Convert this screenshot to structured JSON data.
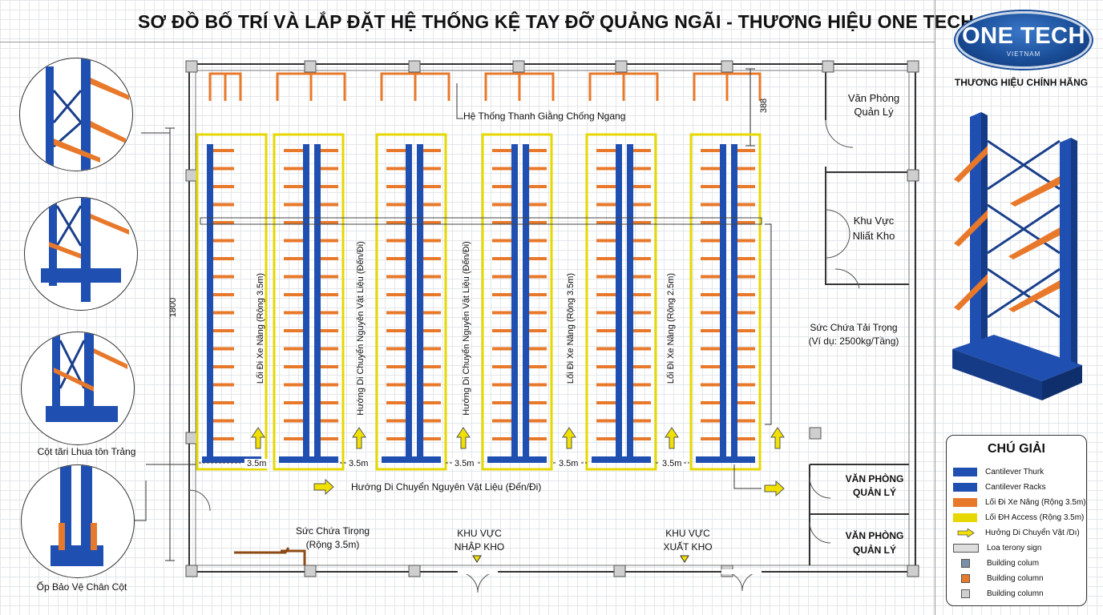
{
  "title": "SƠ ĐỒ BỐ TRÍ VÀ LẮP ĐẶT HỆ THỐNG KỆ TAY ĐỠ QUẢNG NGÃI - THƯƠNG HIỆU ONE TECH",
  "brand": {
    "name": "ONE TECH",
    "sub": "VIETNAM",
    "tagline": "THƯƠNG HIỆU CHÍNH HÃNG"
  },
  "colors": {
    "rack_blue": "#1f4fb0",
    "arm_orange": "#e8792b",
    "aisle_yellow": "#e6d800",
    "wall": "#333333"
  },
  "labels": {
    "bracing": "Hệ Thống Thanh Giằng Chống Ngang",
    "dim_top": "388",
    "dim_left": "1800",
    "capacity_1": "Sức Chứa Tải Trọng",
    "capacity_2": "(Ví dụ: 2500kg/Tầng)",
    "material_flow": "Hướng Di Chuyển Nguyên Vật Liệu (Đến/Đi)",
    "capacity2_1": "Sức Chứa Tirọng",
    "capacity2_2": "(Rộng 3.5m)",
    "inbound_1": "KHU VỰC",
    "inbound_2": "NHẬP KHO",
    "outbound_1": "KHU VỰC",
    "outbound_2": "XUẤT KHO"
  },
  "rooms": [
    {
      "line1": "Văn Phòng",
      "line2": "Quản Lý"
    },
    {
      "line1": "Khu Vực",
      "line2": "Nliất Kho"
    },
    {
      "line1": "VĂN PHÒNG",
      "line2": "QUẢN LÝ"
    },
    {
      "line1": "VĂN PHÒNG",
      "line2": "QUẢN LÝ"
    }
  ],
  "aisles": [
    "Lối Đi Xe Nâng (Rộng 3.5m)",
    "Hướng Di Chuyển Nguyên Vật Liệu (Đến/Đi)",
    "Hướng Di Chuyển Nguyên Vật Liệu (Đến/Đi)",
    "Lối Đi Xe Nâng (Rộng 3.5m)",
    "Lối Đi Xe Nâng (Rộng 2.5m)"
  ],
  "aisle_widths": [
    "3.5m",
    "3.5m",
    "3.5m",
    "3.5m",
    "3.5m"
  ],
  "details": [
    {
      "caption": ""
    },
    {
      "caption": ""
    },
    {
      "caption": "Cột tãri Lhua tôn Trảng"
    },
    {
      "caption": "Ốp Bảo Vệ Chân Cột"
    }
  ],
  "legend": {
    "title": "CHÚ GIẢI",
    "items": [
      {
        "label": "Cantilever Thurk",
        "color": "#1f4fb0",
        "kind": "bar"
      },
      {
        "label": "Cantilever Racks",
        "color": "#1f4fb0",
        "kind": "bar"
      },
      {
        "label": "Lối Đi Xe Nâng (Rộng 3.5m)",
        "color": "#e8792b",
        "kind": "bar"
      },
      {
        "label": "Lối ĐH Access (Rộng 3.5m)",
        "color": "#e6d800",
        "kind": "bar"
      },
      {
        "label": "Hưởng Di Chuyển Vật /Dı)",
        "color": "#f2e100",
        "kind": "arrow"
      },
      {
        "label": "Loa terony sign",
        "color": "#dddddd",
        "kind": "sign"
      },
      {
        "label": "Building colum",
        "color": "#7a8fa8",
        "kind": "square"
      },
      {
        "label": "Building column",
        "color": "#e8792b",
        "kind": "square"
      },
      {
        "label": "Building column",
        "color": "#cfcfcf",
        "kind": "square"
      }
    ]
  }
}
